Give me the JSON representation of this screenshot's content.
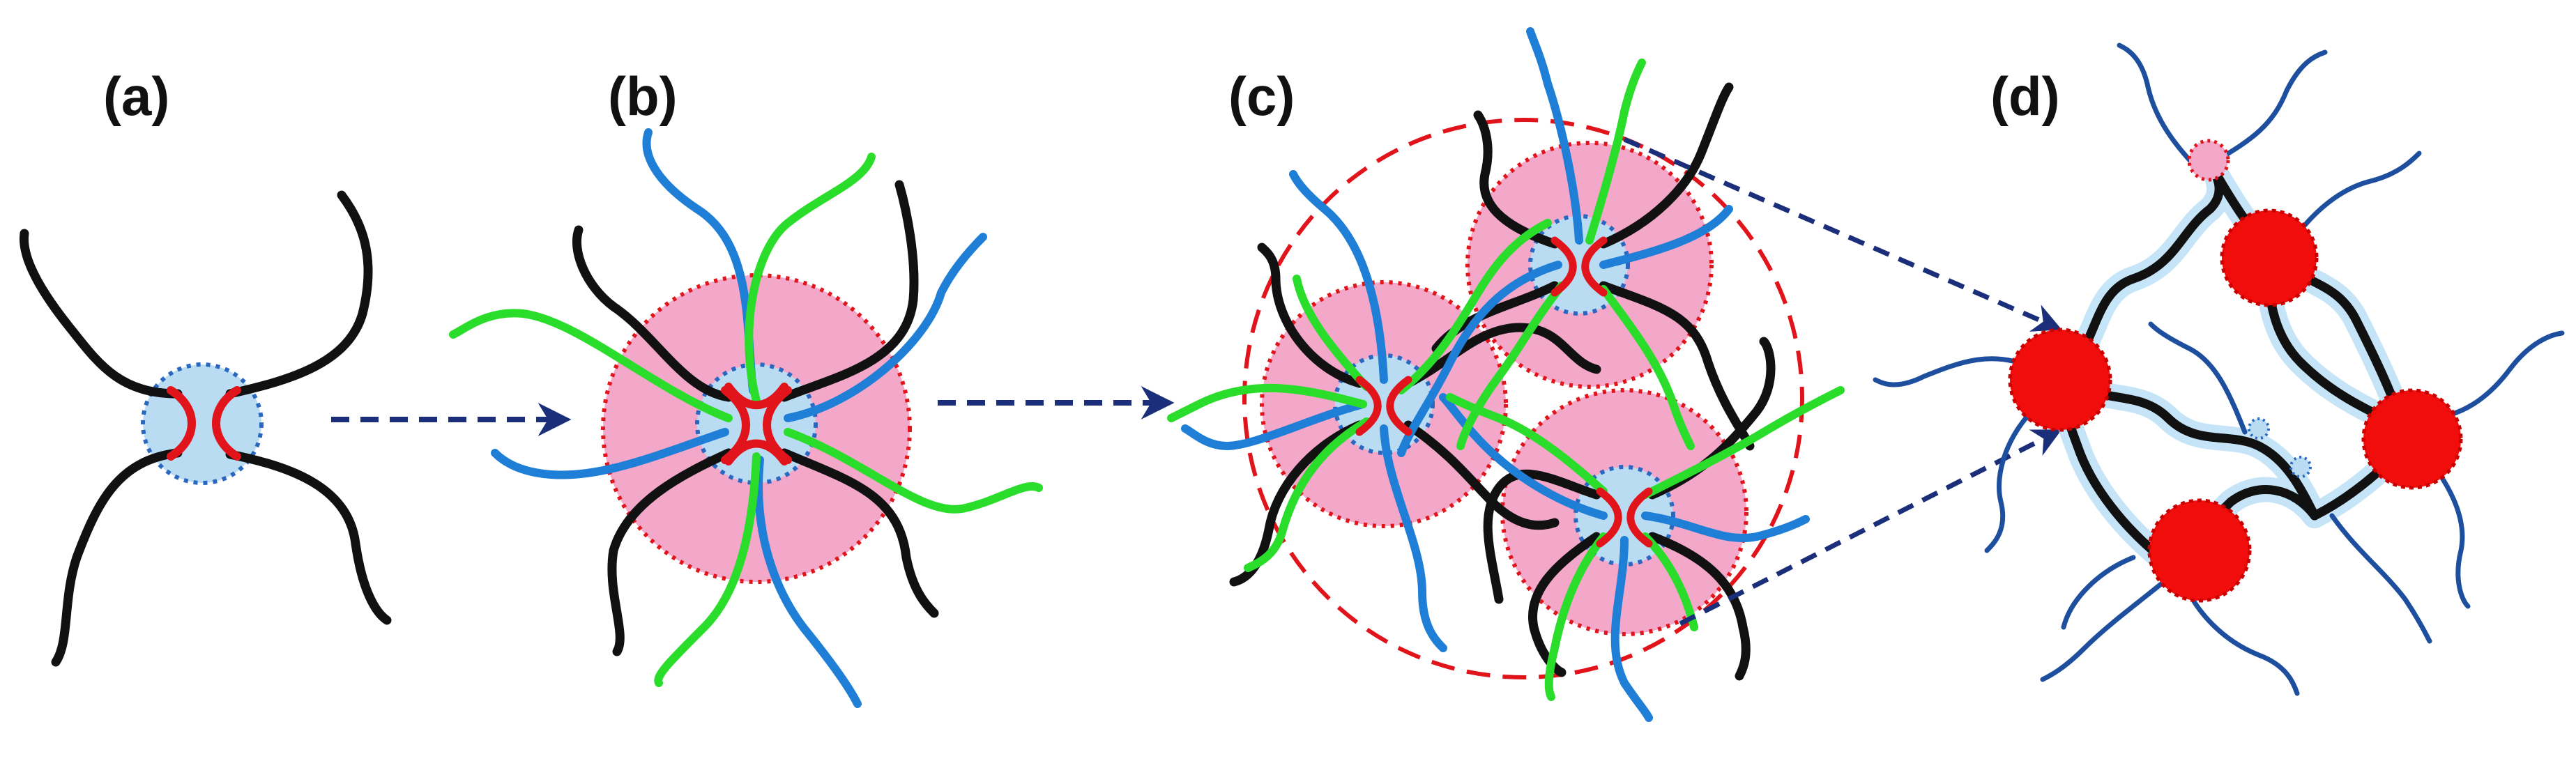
{
  "panels": [
    {
      "label": "(a)"
    },
    {
      "label": "(b)"
    },
    {
      "label": "(c)"
    },
    {
      "label": "(d)"
    }
  ],
  "colors": {
    "chain_black": "#111111",
    "chain_blue": "#1f7fd6",
    "chain_green": "#2bdd2b",
    "chain_navy": "#1d4f9e",
    "junction_red": "#e0141a",
    "core_light_blue": "#b9dcf3",
    "core_border_blue": "#2a67c0",
    "shell_pink": "#f3a7c9",
    "shell_border_red": "#e0141a",
    "arrow_navy": "#1b2e7a",
    "node_red": "#f20d0d",
    "glow_blue": "#bfe2f7"
  }
}
